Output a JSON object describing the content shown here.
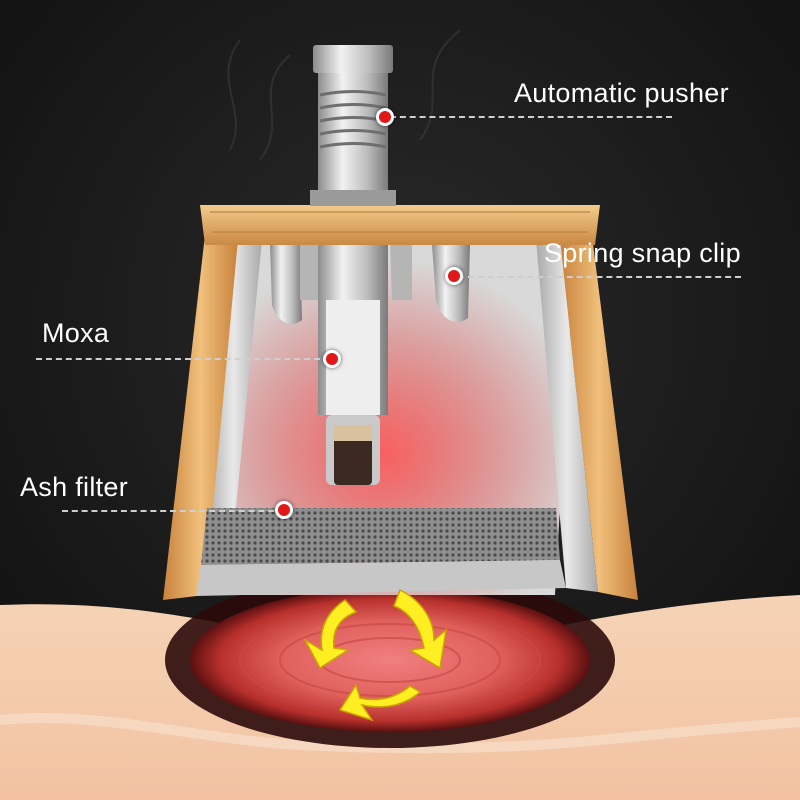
{
  "callouts": {
    "pusher": "Automatic pusher",
    "clip": "Spring snap clip",
    "moxa": "Moxa",
    "ash": "Ash filter"
  },
  "colors": {
    "background": "#1a1a1a",
    "bamboo": "#e0a864",
    "metal": "#c8c8c8",
    "heat_glow": "#ff5050",
    "marker": "#e01818",
    "arrows": "#ffee22",
    "skin": "#f6d2b8"
  },
  "icons": [
    "rotation-arrows-icon",
    "callout-marker-icon"
  ]
}
